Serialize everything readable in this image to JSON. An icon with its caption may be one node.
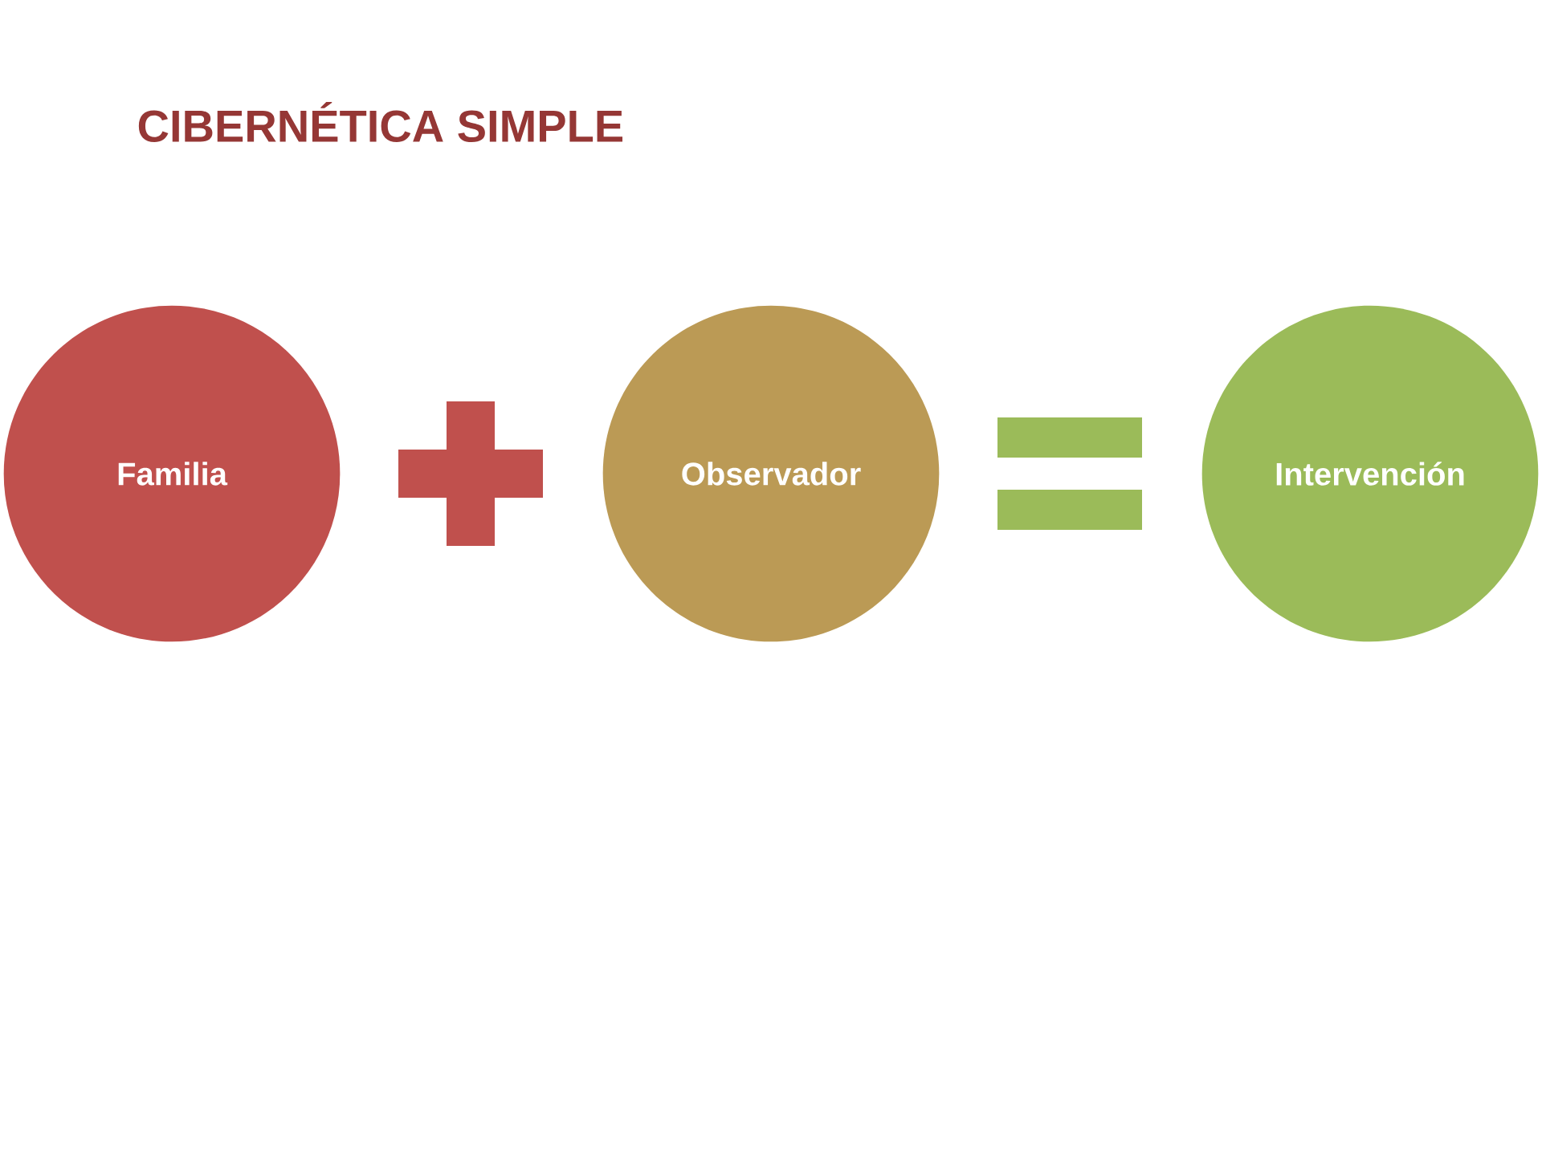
{
  "diagram": {
    "title": "CIBERNÉTICA SIMPLE",
    "nodes": [
      {
        "text": [
          "Familia"
        ]
      },
      {
        "text": [],
        "shape": "plus"
      },
      {
        "text": [
          "Observador"
        ]
      },
      {
        "text": [],
        "shape": "equals"
      },
      {
        "text": [
          "Intervención"
        ]
      }
    ]
  }
}
